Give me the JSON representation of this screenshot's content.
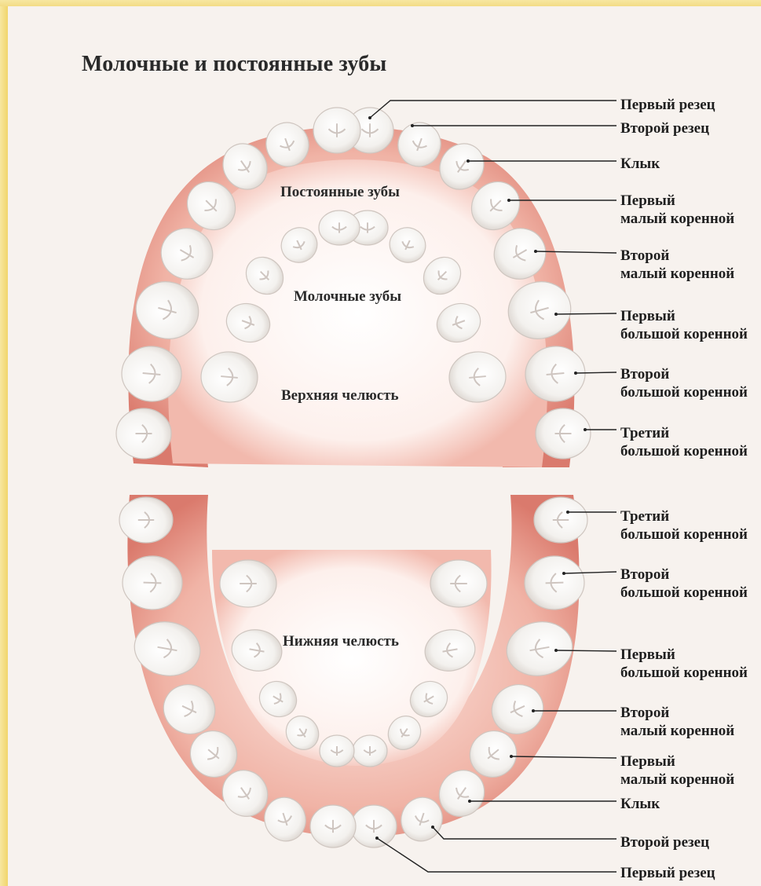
{
  "title": "Молочные и постоянные зубы",
  "regions": {
    "permanent": "Постоянные зубы",
    "primary": "Молочные зубы",
    "upper_jaw": "Верхняя челюсть",
    "lower_jaw": "Нижняя челюсть"
  },
  "upper_labels": [
    {
      "line1": "Первый резец",
      "line2": ""
    },
    {
      "line1": "Второй резец",
      "line2": ""
    },
    {
      "line1": "Клык",
      "line2": ""
    },
    {
      "line1": "Первый",
      "line2": "малый коренной"
    },
    {
      "line1": "Второй",
      "line2": "малый коренной"
    },
    {
      "line1": "Первый",
      "line2": "большой коренной"
    },
    {
      "line1": "Второй",
      "line2": "большой коренной"
    },
    {
      "line1": "Третий",
      "line2": "большой коренной"
    }
  ],
  "lower_labels": [
    {
      "line1": "Третий",
      "line2": "большой коренной"
    },
    {
      "line1": "Второй",
      "line2": "большой коренной"
    },
    {
      "line1": "Первый",
      "line2": "большой коренной"
    },
    {
      "line1": "Второй",
      "line2": "малый коренной"
    },
    {
      "line1": "Первый",
      "line2": "малый коренной"
    },
    {
      "line1": "Клык",
      "line2": ""
    },
    {
      "line1": "Второй резец",
      "line2": ""
    },
    {
      "line1": "Первый резец",
      "line2": ""
    }
  ],
  "colors": {
    "gum": "#d97a6e",
    "gum_light": "#f3c7bd",
    "palate": "#fbf1ee",
    "tooth": "#f7f6f4",
    "tooth_edge": "#c9c2bd",
    "leader": "#222222"
  }
}
